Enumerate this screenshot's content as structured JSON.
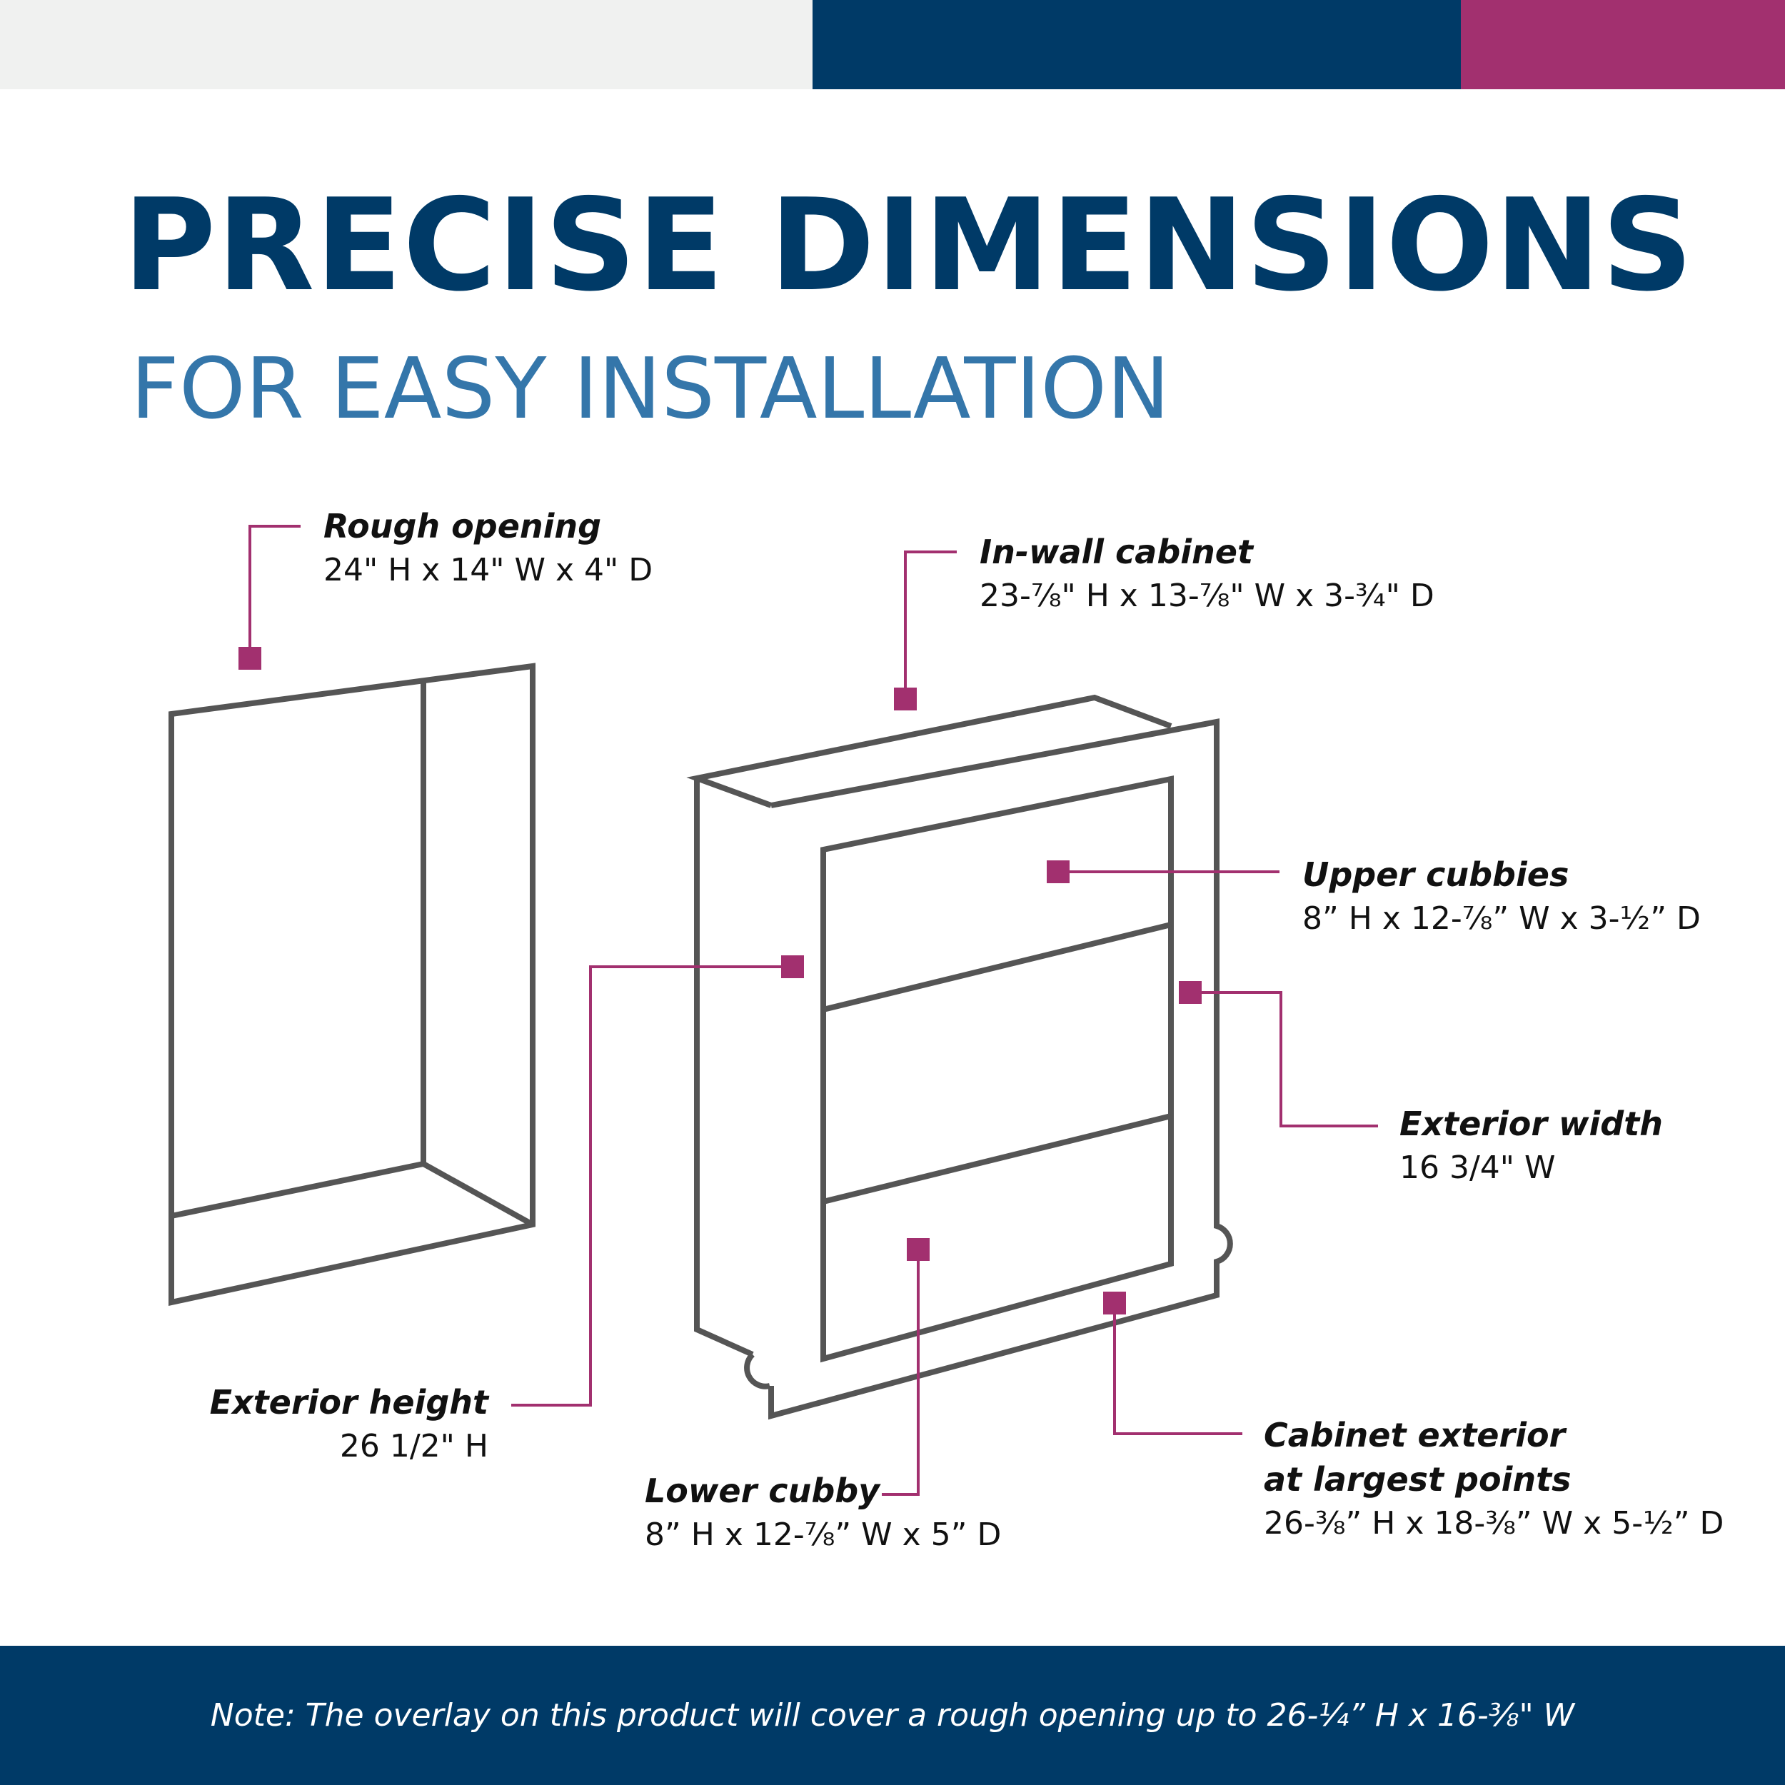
{
  "colors": {
    "navy": "#003a67",
    "blue": "#3476aa",
    "magenta": "#a2306f",
    "light_gray": "#f0f1f0",
    "line_gray": "#555555"
  },
  "header": {
    "title": "PRECISE DIMENSIONS",
    "subtitle": "FOR EASY INSTALLATION"
  },
  "callouts": {
    "rough_opening": {
      "title": "Rough opening",
      "dims": "24\" H x 14\" W x 4\" D"
    },
    "in_wall_cabinet": {
      "title": "In-wall cabinet",
      "dims": "23-⅞\" H x 13-⅞\" W x 3-¾\" D"
    },
    "upper_cubbies": {
      "title": "Upper cubbies",
      "dims": "8” H x 12-⅞” W x 3-½” D"
    },
    "exterior_width": {
      "title": "Exterior width",
      "dims": "16 3/4\" W"
    },
    "exterior_height": {
      "title": "Exterior height",
      "dims": "26 1/2\" H"
    },
    "lower_cubby": {
      "title": "Lower cubby",
      "dims": "8” H x 12-⅞” W x 5” D"
    },
    "cabinet_exterior": {
      "title_line1": "Cabinet exterior",
      "title_line2": "at largest points",
      "dims": "26-⅜” H x 18-⅜” W x 5-½” D"
    }
  },
  "footer": {
    "note": "Note: The overlay on this product will cover a rough opening up to 26-¼” H x 16-⅜\" W"
  }
}
